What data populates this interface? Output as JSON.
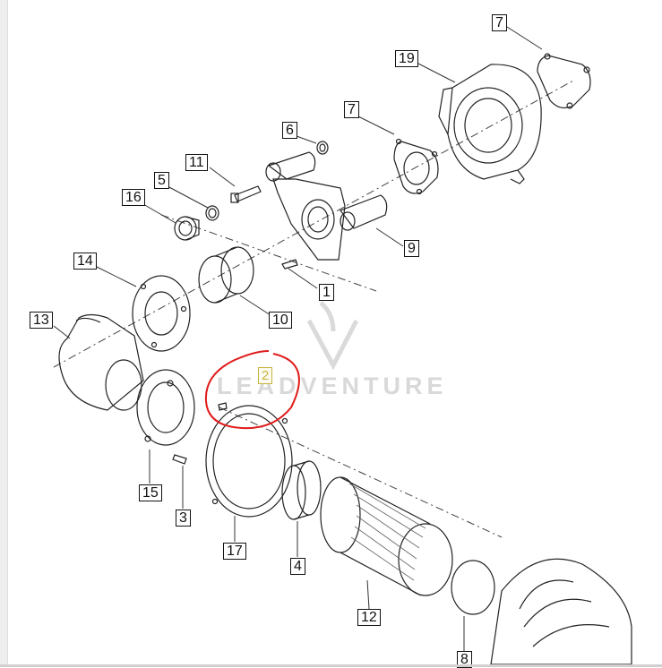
{
  "watermark": {
    "text": "LEADVENTURE"
  },
  "callouts": [
    {
      "id": "7a",
      "text": "7"
    },
    {
      "id": "19",
      "text": "19"
    },
    {
      "id": "7b",
      "text": "7"
    },
    {
      "id": "6",
      "text": "6"
    },
    {
      "id": "11",
      "text": "11"
    },
    {
      "id": "5",
      "text": "5"
    },
    {
      "id": "16",
      "text": "16"
    },
    {
      "id": "9",
      "text": "9"
    },
    {
      "id": "14",
      "text": "14"
    },
    {
      "id": "1",
      "text": "1"
    },
    {
      "id": "13",
      "text": "13"
    },
    {
      "id": "10",
      "text": "10"
    },
    {
      "id": "2",
      "text": "2",
      "highlighted": true
    },
    {
      "id": "15",
      "text": "15"
    },
    {
      "id": "3",
      "text": "3"
    },
    {
      "id": "17",
      "text": "17"
    },
    {
      "id": "4",
      "text": "4"
    },
    {
      "id": "12",
      "text": "12"
    },
    {
      "id": "8",
      "text": "8"
    }
  ],
  "annotation": {
    "type": "hand-drawn circle",
    "color": "#e01b1b"
  }
}
